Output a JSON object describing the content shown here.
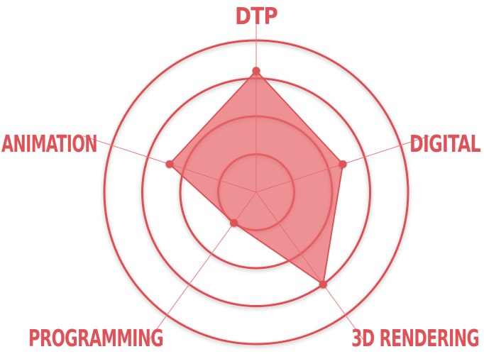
{
  "chart_data": {
    "type": "radar",
    "axes": [
      "DTP",
      "DIGITAL",
      "3D RENDERING",
      "PROGRAMMING",
      "ANIMATION"
    ],
    "values": [
      0.8,
      0.6,
      0.75,
      0.25,
      0.6
    ],
    "range": [
      0,
      1
    ],
    "rings": 4,
    "legend": "none",
    "colors": {
      "accent": "#e05257",
      "fill": "#e8666b",
      "ring": "#dd4f55",
      "spoke": "#e8787c"
    }
  }
}
